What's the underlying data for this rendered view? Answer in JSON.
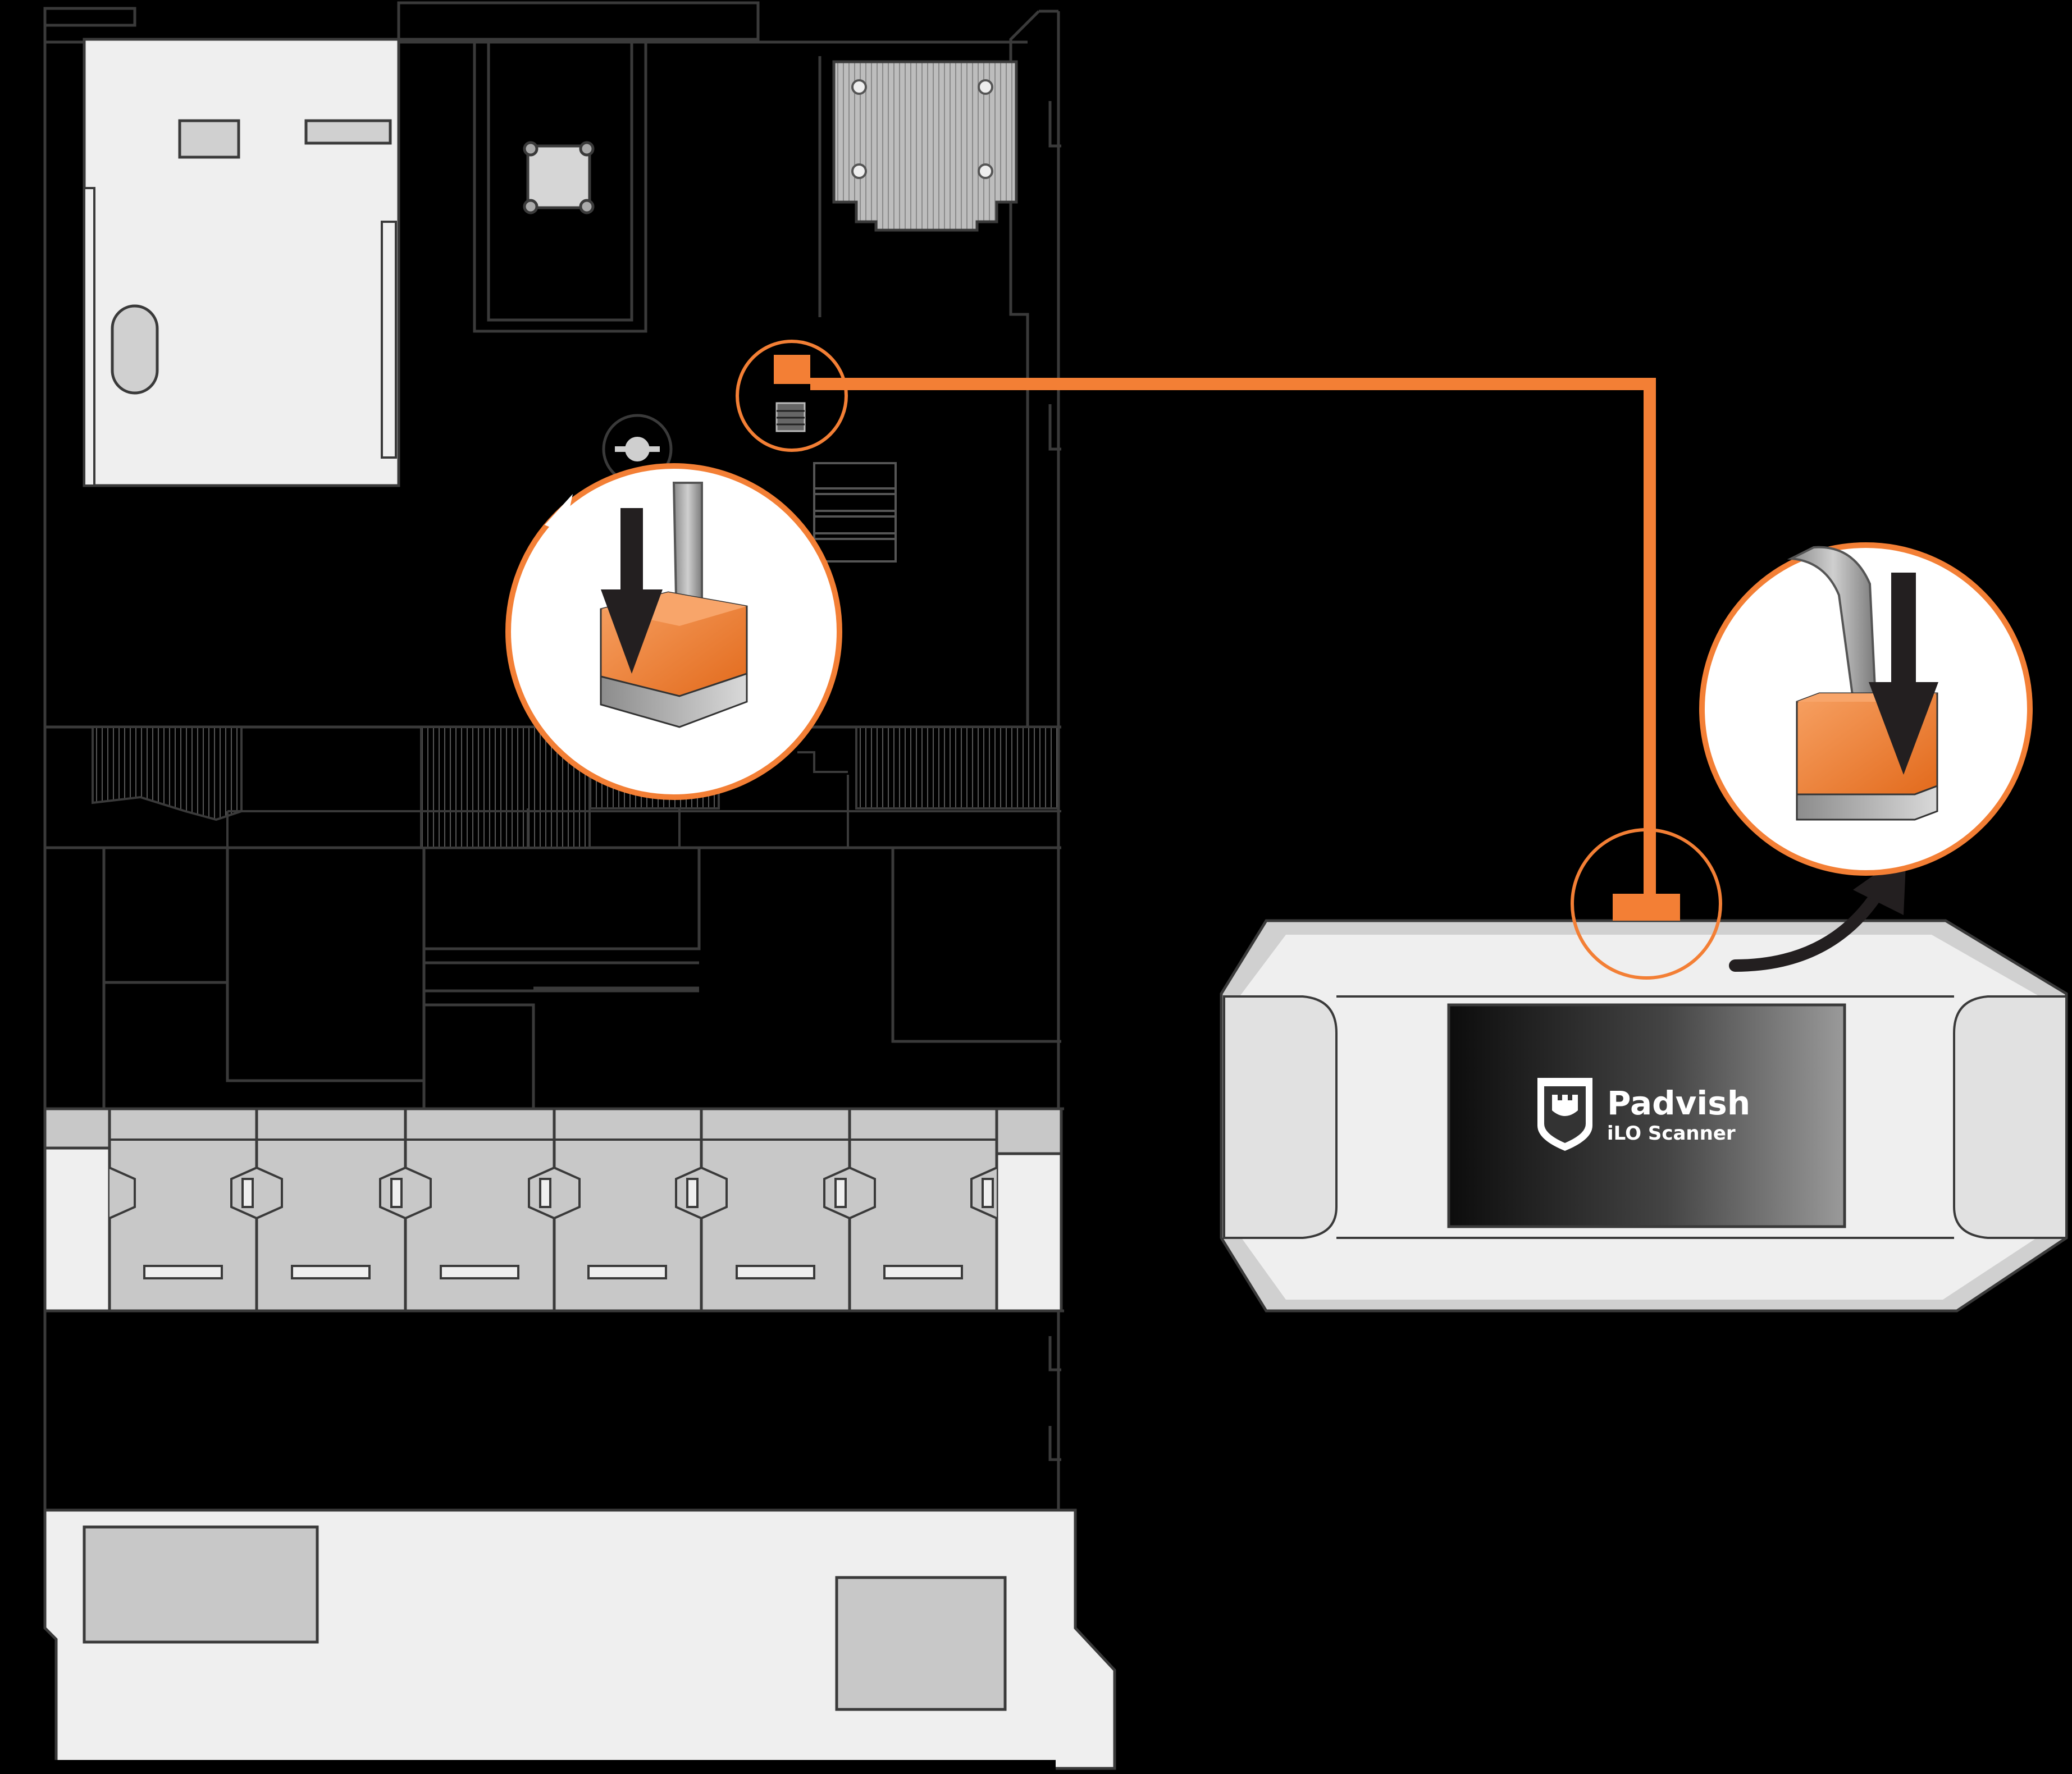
{
  "device": {
    "brand_name": "Padvish",
    "product_name": "iLO Scanner",
    "logo_icon": "castle-shield-icon"
  },
  "colors": {
    "background": "#000000",
    "outline": "#3a3a3a",
    "accent": "#f37f35",
    "panel_light": "#efefef",
    "panel_mid": "#c8c8c8",
    "panel_dark": "#a9a9a9"
  },
  "icons": [
    "down-arrow-icon",
    "curved-arrow-icon",
    "castle-shield-icon"
  ],
  "callouts": [
    {
      "name": "server-header-callout",
      "shows": "cable-connector-insertion"
    },
    {
      "name": "scanner-header-callout",
      "shows": "cable-connector-insertion"
    }
  ]
}
